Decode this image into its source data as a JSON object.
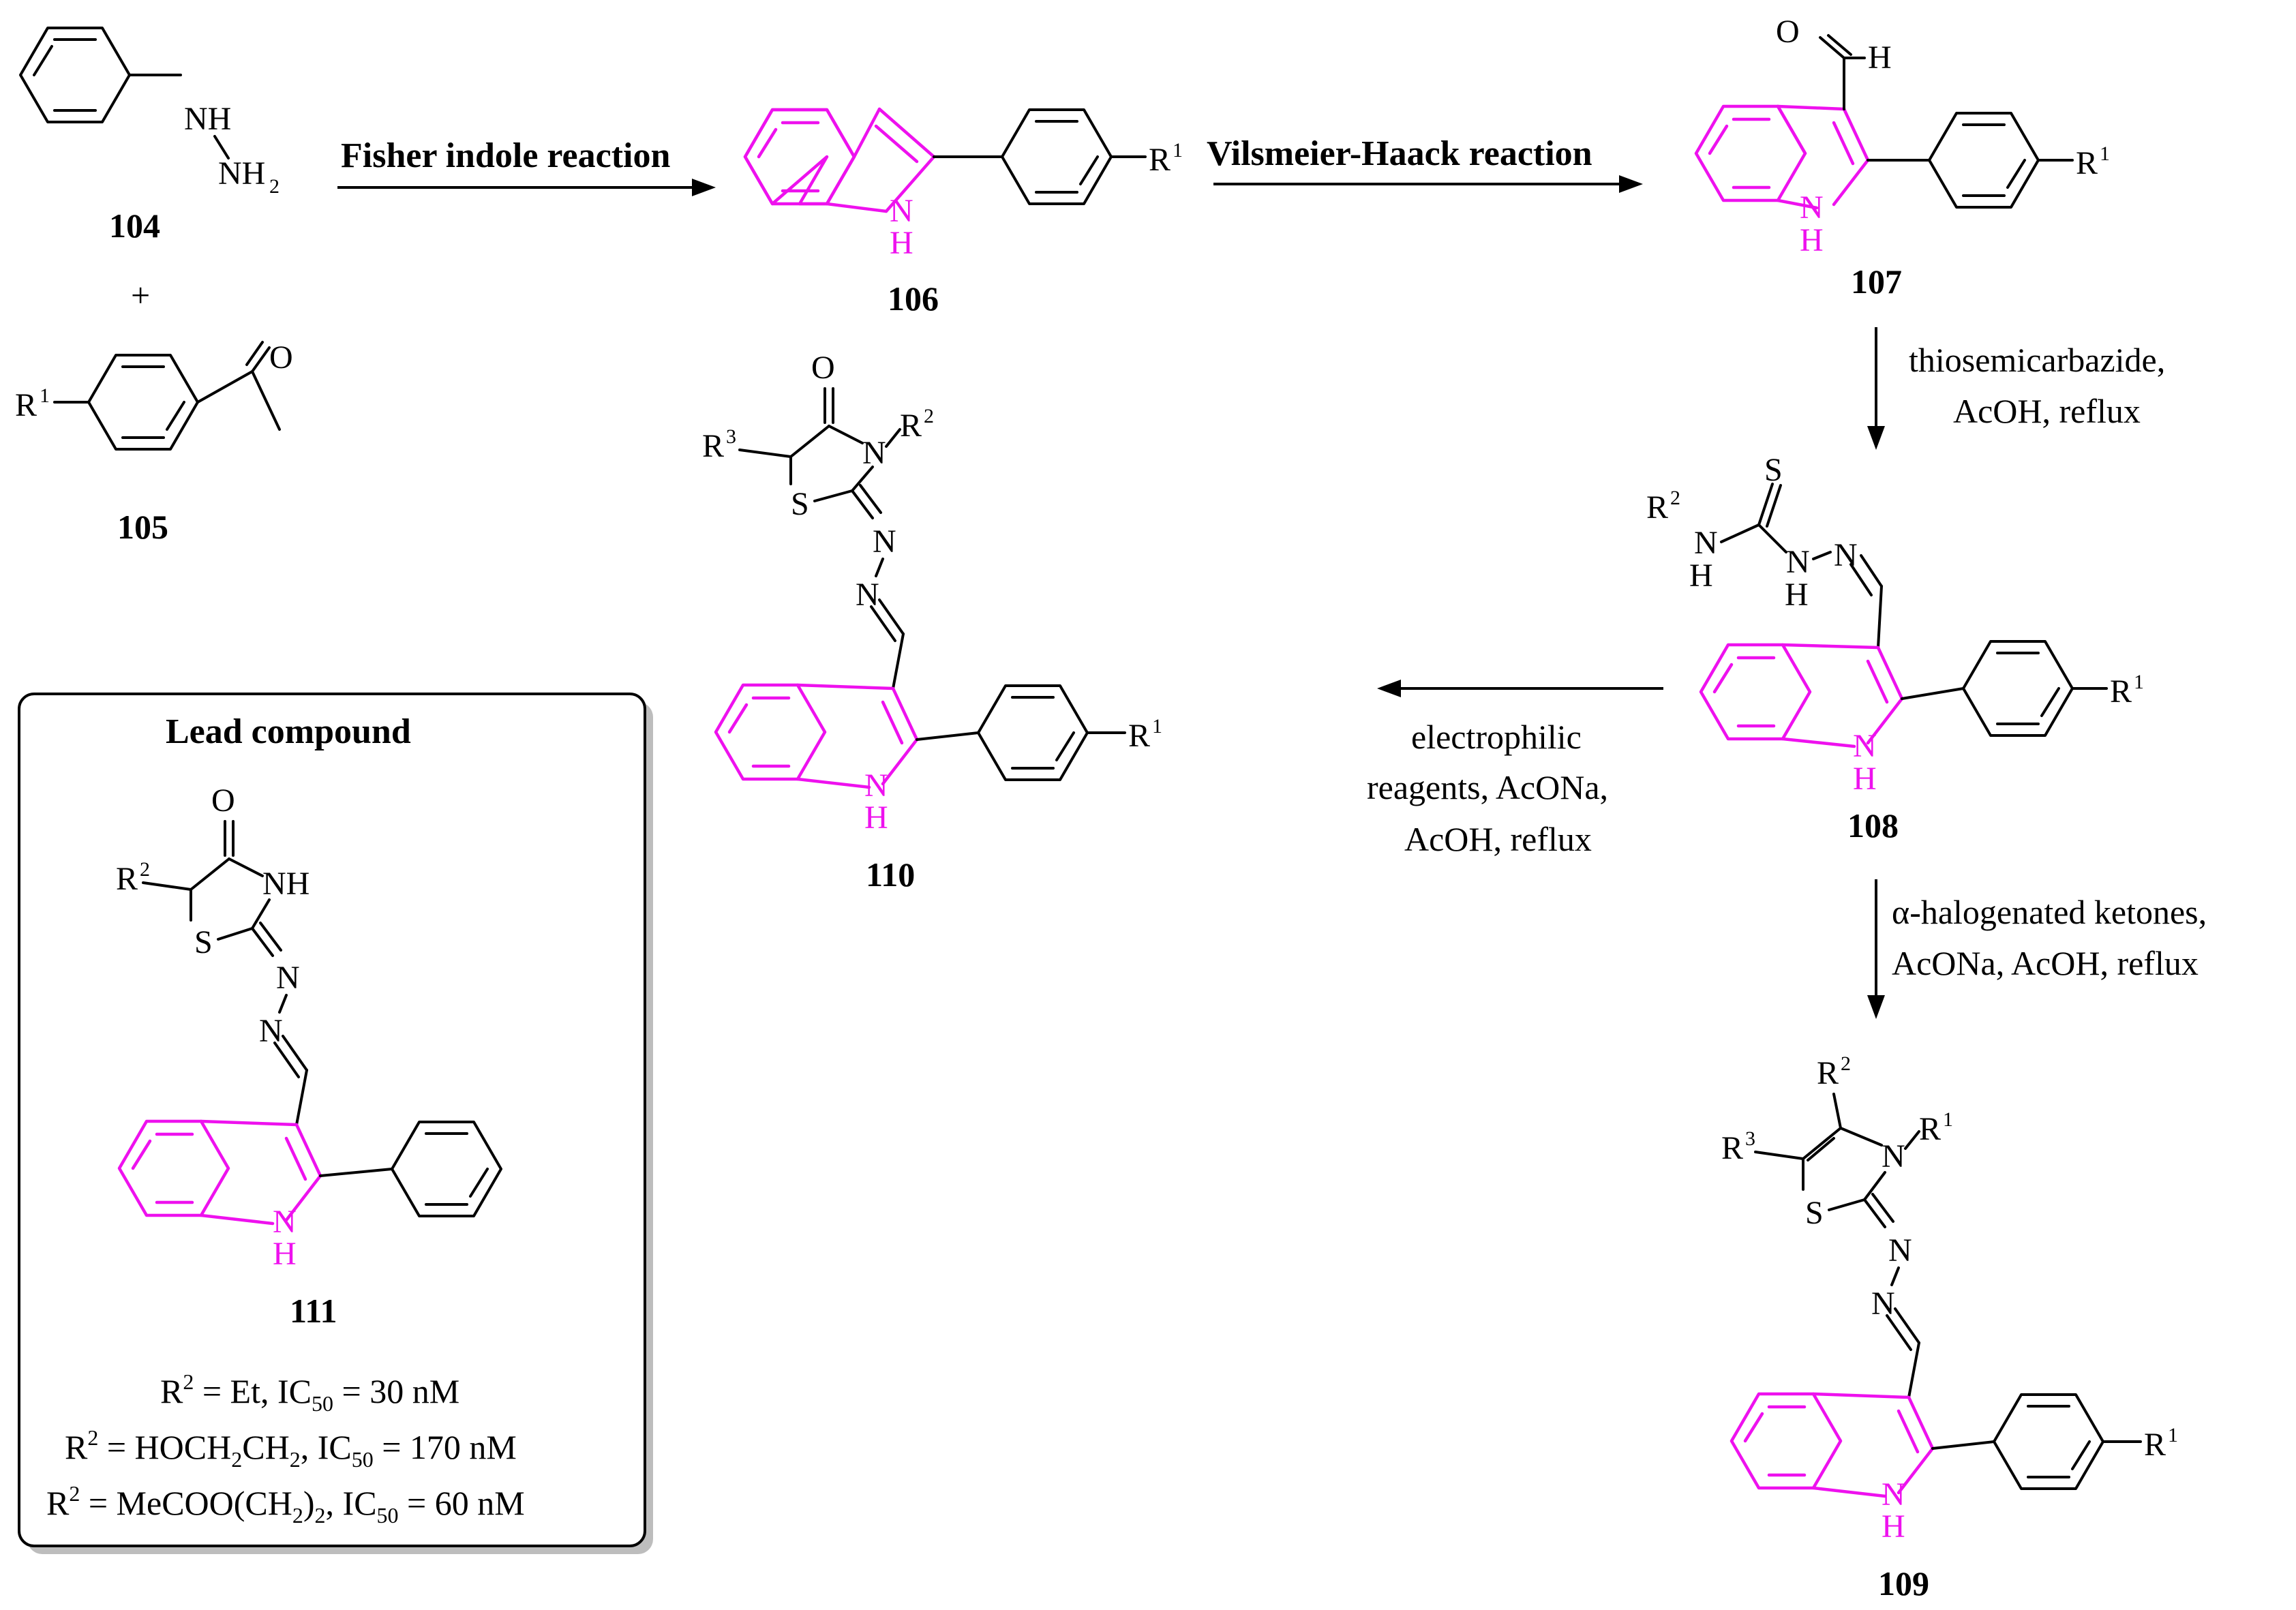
{
  "colors": {
    "indole": "#ee11ee",
    "ink": "#000000",
    "box_shadow": "#bdbdbd"
  },
  "compounds": {
    "c104": "104",
    "c105": "105",
    "c106": "106",
    "c107": "107",
    "c108": "108",
    "c109": "109",
    "c110": "110",
    "c111": "111"
  },
  "atoms": {
    "NH": "NH",
    "NH2": "NH",
    "sub2": "2",
    "H": "H",
    "N": "N",
    "O": "O",
    "S": "S",
    "R": "R",
    "one": "1",
    "two": "2",
    "three": "3",
    "plus": "+"
  },
  "reactions": {
    "fisher": "Fisher indole reaction",
    "vilsmeier": "Vilsmeier-Haack reaction",
    "thio_line1": "thiosemicarbazide,",
    "thio_line2": "AcOH, reflux",
    "electro_line1": "electrophilic",
    "electro_line2": "reagents, AcONa,",
    "electro_line3": "AcOH, reflux",
    "alpha_line1": "α-halogenated ketones,",
    "alpha_line2": "AcONa,  AcOH, reflux"
  },
  "lead_box": {
    "title": "Lead compound",
    "rows": [
      {
        "r": "R",
        "sup": "2",
        "text": " = Et, IC",
        "sub": "50",
        "tail": " = 30 nM"
      },
      {
        "r": "R",
        "sup": "2",
        "text": " = HOCH",
        "sub": "2",
        "mid": "CH",
        "sub2": "2",
        "text2": ", IC",
        "sub3": "50",
        "tail": " = 170 nM"
      },
      {
        "r": "R",
        "sup": "2",
        "text": " = MeCOO(CH",
        "sub": "2",
        "mid": ")",
        "sub2": "2",
        "text2": ",  IC",
        "sub3": "50",
        "tail": " = 60 nM"
      }
    ]
  }
}
